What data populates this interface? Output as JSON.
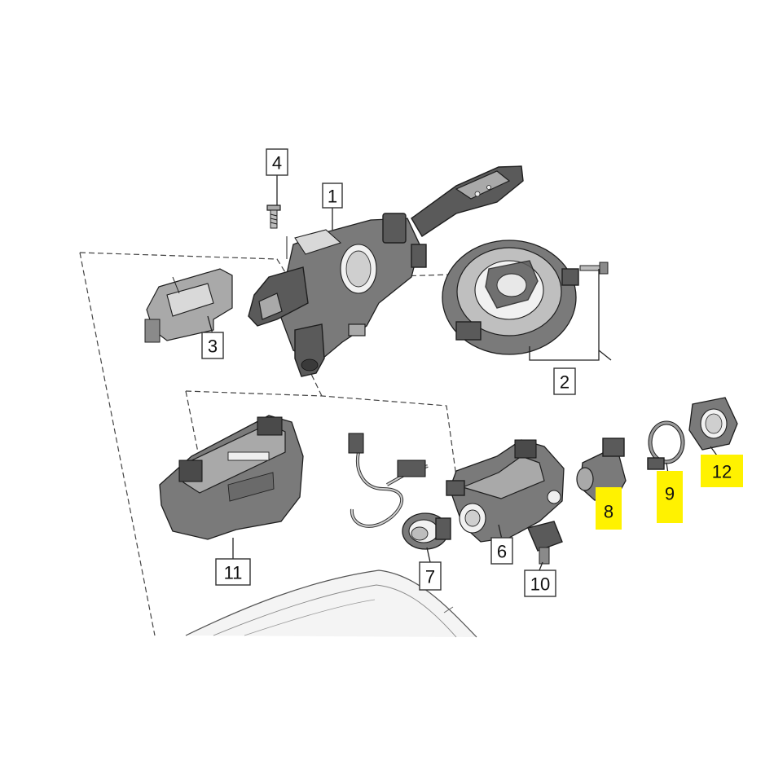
{
  "callouts": [
    {
      "id": "1",
      "label": "1",
      "highlighted": false
    },
    {
      "id": "2",
      "label": "2",
      "highlighted": false
    },
    {
      "id": "3",
      "label": "3",
      "highlighted": false
    },
    {
      "id": "4",
      "label": "4",
      "highlighted": false
    },
    {
      "id": "6",
      "label": "6",
      "highlighted": false
    },
    {
      "id": "7",
      "label": "7",
      "highlighted": false
    },
    {
      "id": "8",
      "label": "8",
      "highlighted": true
    },
    {
      "id": "9",
      "label": "9",
      "highlighted": true
    },
    {
      "id": "10",
      "label": "10",
      "highlighted": false
    },
    {
      "id": "11",
      "label": "11",
      "highlighted": false
    },
    {
      "id": "12",
      "label": "12",
      "highlighted": true
    }
  ],
  "colors": {
    "highlight": "#fff200",
    "part_dark": "#5a5a5a",
    "part_mid": "#7a7a7a",
    "part_light": "#a9a9a9",
    "line": "#1e1e1e",
    "background": "#ffffff"
  }
}
